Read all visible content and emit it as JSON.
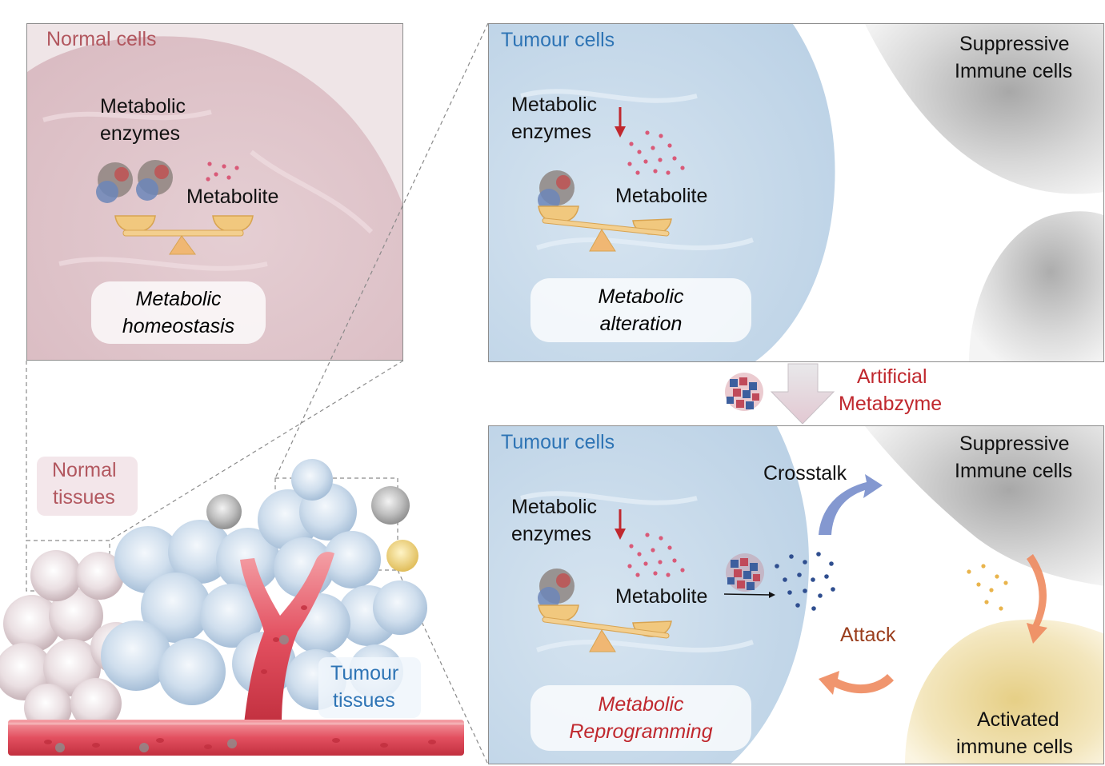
{
  "panel_normal": {
    "title": "Normal cells",
    "enzymes_line1": "Metabolic",
    "enzymes_line2": "enzymes",
    "metabolite": "Metabolite",
    "state_line1": "Metabolic",
    "state_line2": "homeostasis"
  },
  "panel_tumour_top": {
    "title": "Tumour cells",
    "enzymes_line1": "Metabolic",
    "enzymes_line2": "enzymes",
    "metabolite": "Metabolite",
    "state_line1": "Metabolic",
    "state_line2": "alteration",
    "immune_line1": "Suppressive",
    "immune_line2": "Immune cells"
  },
  "transition": {
    "line1": "Artificial",
    "line2": "Metabzyme"
  },
  "panel_tumour_bottom": {
    "title": "Tumour cells",
    "enzymes_line1": "Metabolic",
    "enzymes_line2": "enzymes",
    "metabolite": "Metabolite",
    "crosstalk": "Crosstalk",
    "attack": "Attack",
    "suppressive_line1": "Suppressive",
    "suppressive_line2": "Immune cells",
    "activated_line1": "Activated",
    "activated_line2": "immune cells",
    "state_line1": "Metabolic",
    "state_line2": "Reprogramming"
  },
  "tissue": {
    "normal_line1": "Normal",
    "normal_line2": "tissues",
    "tumour_line1": "Tumour",
    "tumour_line2": "tissues"
  },
  "colors": {
    "normal_label": "#b2575f",
    "tumour_label": "#2e74b5",
    "red_text": "#c0282e",
    "attack_text": "#9a3d1c",
    "vessel": "#e35060"
  }
}
